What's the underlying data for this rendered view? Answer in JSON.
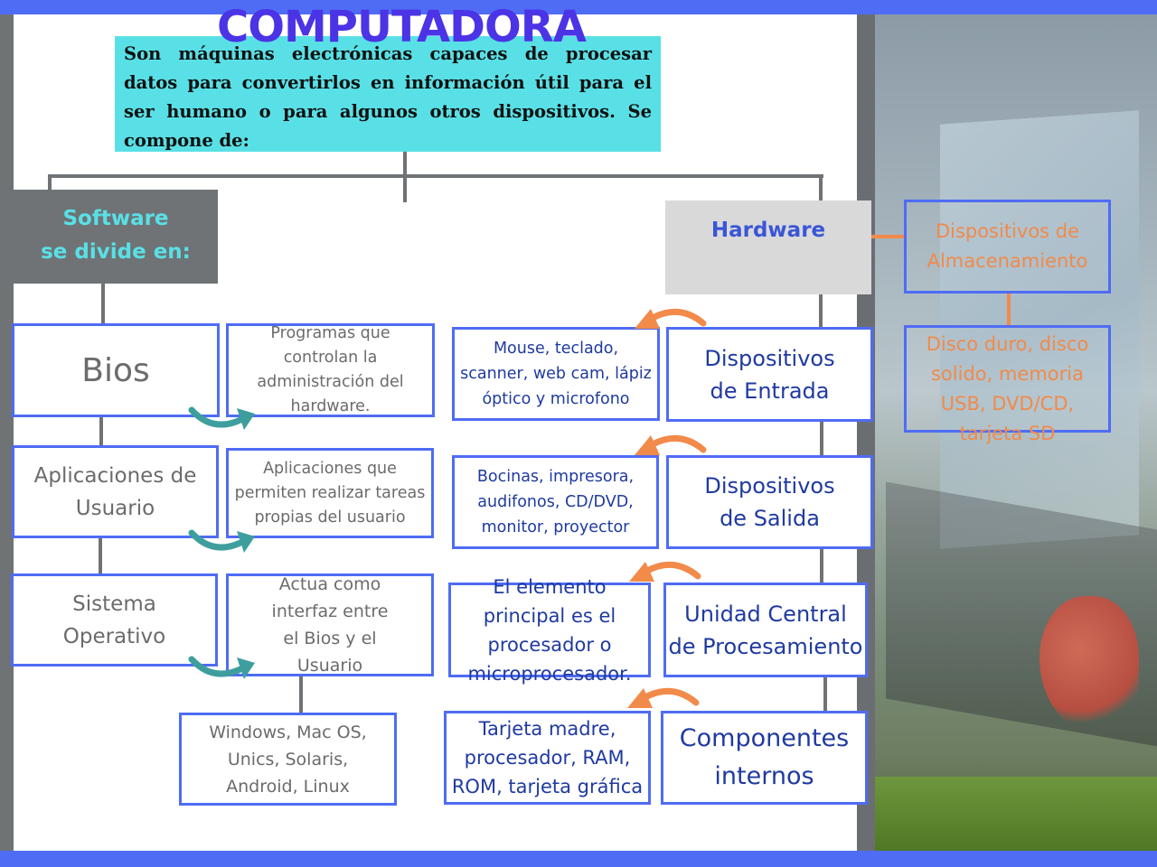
{
  "title": "COMPUTADORA",
  "intro": "Son máquinas electrónicas capaces de procesar datos para convertirlos en información útil para el ser humano o para algunos otros dispositivos. Se compone de:",
  "software": {
    "heading_line1": "Software",
    "heading_line2": "se divide en:",
    "items": [
      {
        "name": "Bios",
        "description": "Programas que controlan la administración del hardware."
      },
      {
        "name": "Aplicaciones de Usuario",
        "description": "Aplicaciones que permiten realizar tareas propias del usuario"
      },
      {
        "name": "Sistema Operativo",
        "description": "Actua como interfaz entre el Bios y el Usuario"
      }
    ],
    "os_examples": "Windows, Mac OS, Unics, Solaris, Android, Linux"
  },
  "hardware": {
    "heading": "Hardware",
    "items": [
      {
        "name": "Dispositivos de Entrada",
        "description": "Mouse, teclado, scanner, web cam, lápiz óptico y microfono"
      },
      {
        "name": "Dispositivos de Salida",
        "description": "Bocinas, impresora, audifonos, CD/DVD, monitor, proyector"
      },
      {
        "name": "Unidad Central de Procesamiento",
        "description": "El elemento principal es el procesador o microprocesador."
      },
      {
        "name": "Componentes internos",
        "description": "Tarjeta madre, procesador, RAM, ROM, tarjeta gráfica"
      }
    ],
    "storage": {
      "name": "Dispositivos de Almacenamiento",
      "description": "Disco duro, disco solido, memoria USB, DVD/CD, tarjeta SD"
    }
  },
  "colors": {
    "border": "#4f6cf5",
    "intro_bg": "#59e0e6",
    "title": "#4b33e6",
    "teal_arrow": "#3e9e9e",
    "orange_arrow": "#f28a4a",
    "connector": "#6f7376"
  }
}
